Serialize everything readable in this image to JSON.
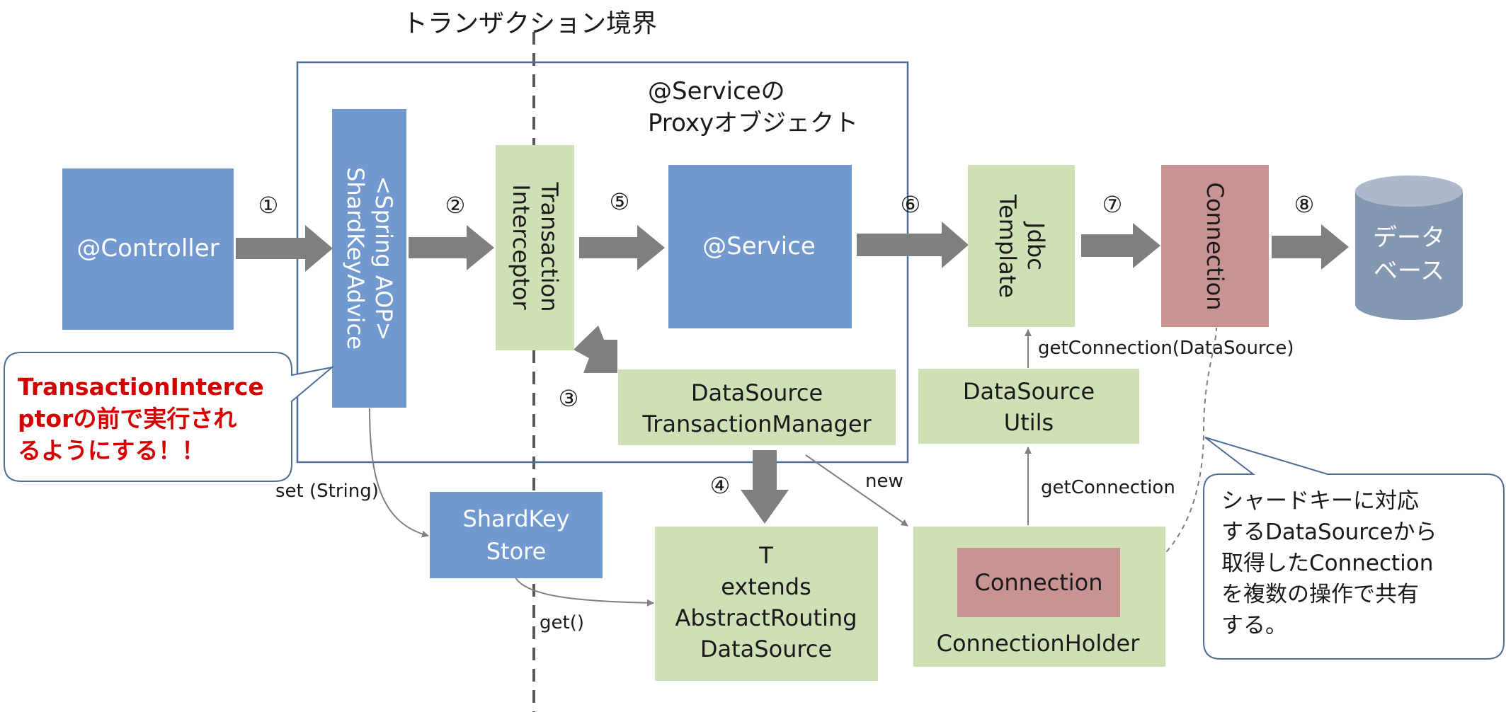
{
  "diagram": {
    "boundary_label": "トランザクション境界",
    "proxy_label": [
      "@Serviceの",
      "Proxyオブジェクト"
    ],
    "nodes": {
      "controller": "@Controller",
      "spring_aop": [
        "<Spring AOP>",
        "ShardKeyAdvice"
      ],
      "tx_interceptor": [
        "Transaction",
        "Interceptor"
      ],
      "service": "@Service",
      "jdbc_template": [
        "Jdbc",
        "Template"
      ],
      "connection_top": "Connection",
      "database": [
        "データ",
        "ベース"
      ],
      "ds_tx_manager": [
        "DataSource",
        "TransactionManager"
      ],
      "ds_utils": [
        "DataSource",
        "Utils"
      ],
      "shardkey_store": [
        "ShardKey",
        "Store"
      ],
      "routing_ds": [
        "T",
        "extends",
        "AbstractRouting",
        "DataSource"
      ],
      "connection_inner": "Connection",
      "connection_holder": "ConnectionHolder"
    },
    "steps": [
      "①",
      "②",
      "⑤",
      "⑥",
      "⑦",
      "⑧",
      "③",
      "④"
    ],
    "edge_labels": {
      "set_string": "set (String)",
      "get": "get()",
      "new": "new",
      "get_connection": "getConnection",
      "get_connection_ds": "getConnection(DataSource)"
    },
    "callouts": {
      "left": [
        "TransactionInterce",
        "ptorの前で実行され",
        "るようにする！！"
      ],
      "right": [
        "シャードキーに対応",
        "するDataSourceから",
        "取得したConnection",
        "を複数の操作で共有",
        "する。"
      ]
    },
    "colors": {
      "blue": "#7199d0",
      "green": "#cfe0b7",
      "red": "#c99393",
      "arrow": "#7f7f7f",
      "database": "#8497b0",
      "callout_text": "#d40000"
    }
  }
}
